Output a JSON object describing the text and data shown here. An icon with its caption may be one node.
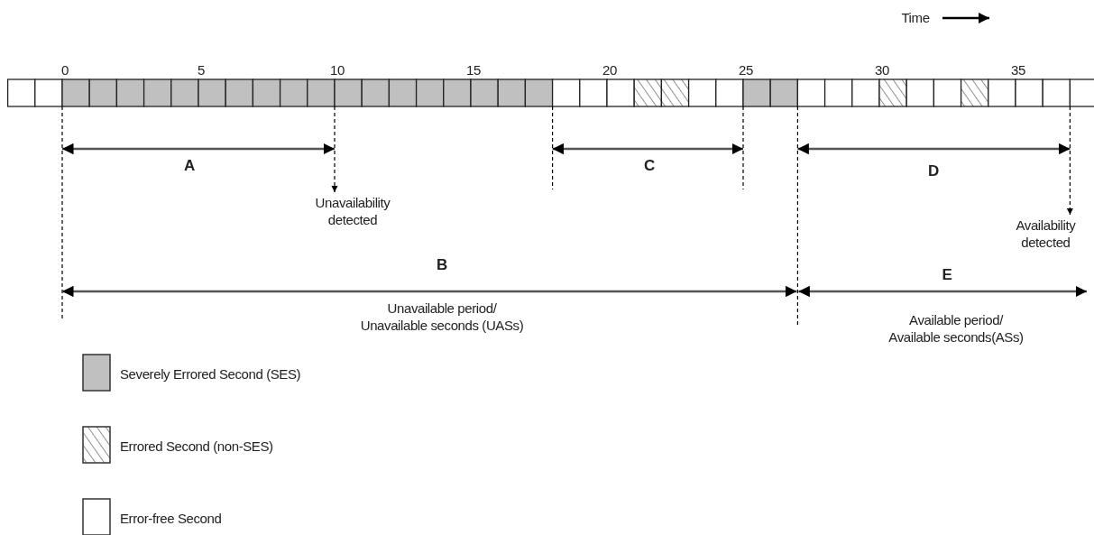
{
  "diagram": {
    "nodes": [
      {
        "text": [
          "Unavailability detected"
        ]
      },
      {
        "text": [
          "Availability detected"
        ]
      }
    ],
    "edges": [
      {
        "from": null,
        "to": 0,
        "arrow": "to",
        "style": "dashed"
      },
      {
        "from": null,
        "to": 1,
        "arrow": "to",
        "style": "dashed"
      }
    ],
    "labels": [
      "Time",
      "0",
      "5",
      "10",
      "15",
      "20",
      "25",
      "30",
      "35",
      "A",
      "C",
      "D",
      "B",
      "Unavailable period/ Unavailable seconds (UASs)",
      "E",
      "Available period/ Available seconds(ASs)"
    ],
    "legend": [
      {
        "text": "Severely Errored Second (SES)",
        "color": "#c0c0c0"
      },
      {
        "text": "Errored Second (non-SES)"
      },
      {
        "text": "Error-free Second",
        "color": "#ffffff"
      }
    ]
  }
}
